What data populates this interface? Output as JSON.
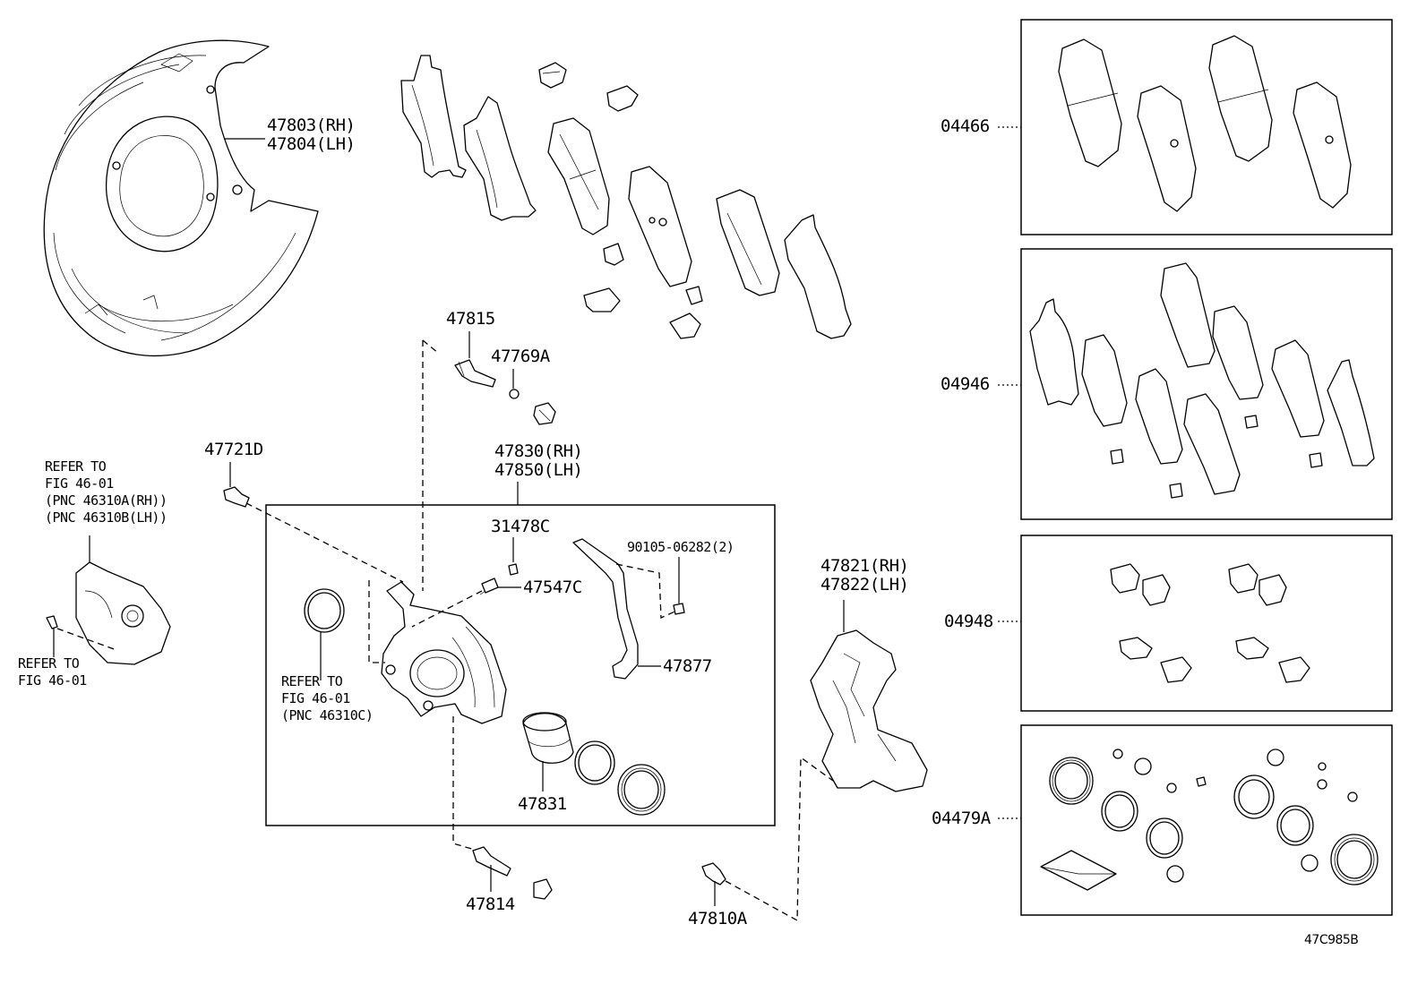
{
  "drawing_id": "47C985B",
  "labels": {
    "shield": [
      "47803(RH)",
      "47804(LH)"
    ],
    "bolt_47815": "47815",
    "plug_47769A": "47769A",
    "bolt_47721D": "47721D",
    "caliper_asm": [
      "47830(RH)",
      "47850(LH)"
    ],
    "cap_31478C": "31478C",
    "bleeder_47547C": "47547C",
    "screw_90105": "90105-06282(2)",
    "wire_47877": "47877",
    "mount": [
      "47821(RH)",
      "47822(LH)"
    ],
    "piston_47831": "47831",
    "bolt_47814": "47814",
    "bolt_47810A": "47810A",
    "kit_04466": "04466",
    "kit_04946": "04946",
    "kit_04948": "04948",
    "kit_04479A": "04479A"
  },
  "refs": {
    "left_top": [
      "REFER TO",
      "FIG 46-01",
      "(PNC 46310A(RH))",
      "(PNC 46310B(LH))"
    ],
    "left_bottom": [
      "REFER TO",
      "FIG 46-01"
    ],
    "center": [
      "REFER TO",
      "FIG 46-01",
      "(PNC 46310C)"
    ]
  }
}
